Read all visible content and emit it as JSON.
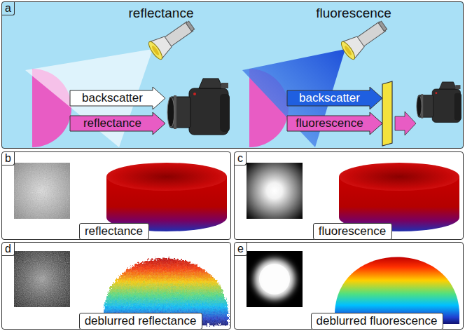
{
  "diagram": {
    "nodes": [
      {
        "text": [
          "a"
        ]
      },
      {
        "text": [
          "backscatter"
        ],
        "in": 0
      },
      {
        "text": [
          "reflectance"
        ],
        "in": 0
      },
      {
        "text": [
          "backscatter"
        ],
        "in": 0
      },
      {
        "text": [
          "fluorescence"
        ],
        "in": 0
      },
      {
        "text": [
          "b"
        ]
      },
      {
        "text": [
          "reflectance"
        ],
        "in": 5
      },
      {
        "text": [
          "c"
        ]
      },
      {
        "text": [
          "fluorescence"
        ],
        "in": 7
      },
      {
        "text": [
          "d"
        ]
      },
      {
        "text": [
          "deblurred reflectance"
        ],
        "in": 9
      },
      {
        "text": [
          "e"
        ]
      },
      {
        "text": [
          "deblurred fluorescence"
        ],
        "in": 11
      }
    ],
    "labels": [
      "reflectance",
      "fluorescence"
    ]
  }
}
